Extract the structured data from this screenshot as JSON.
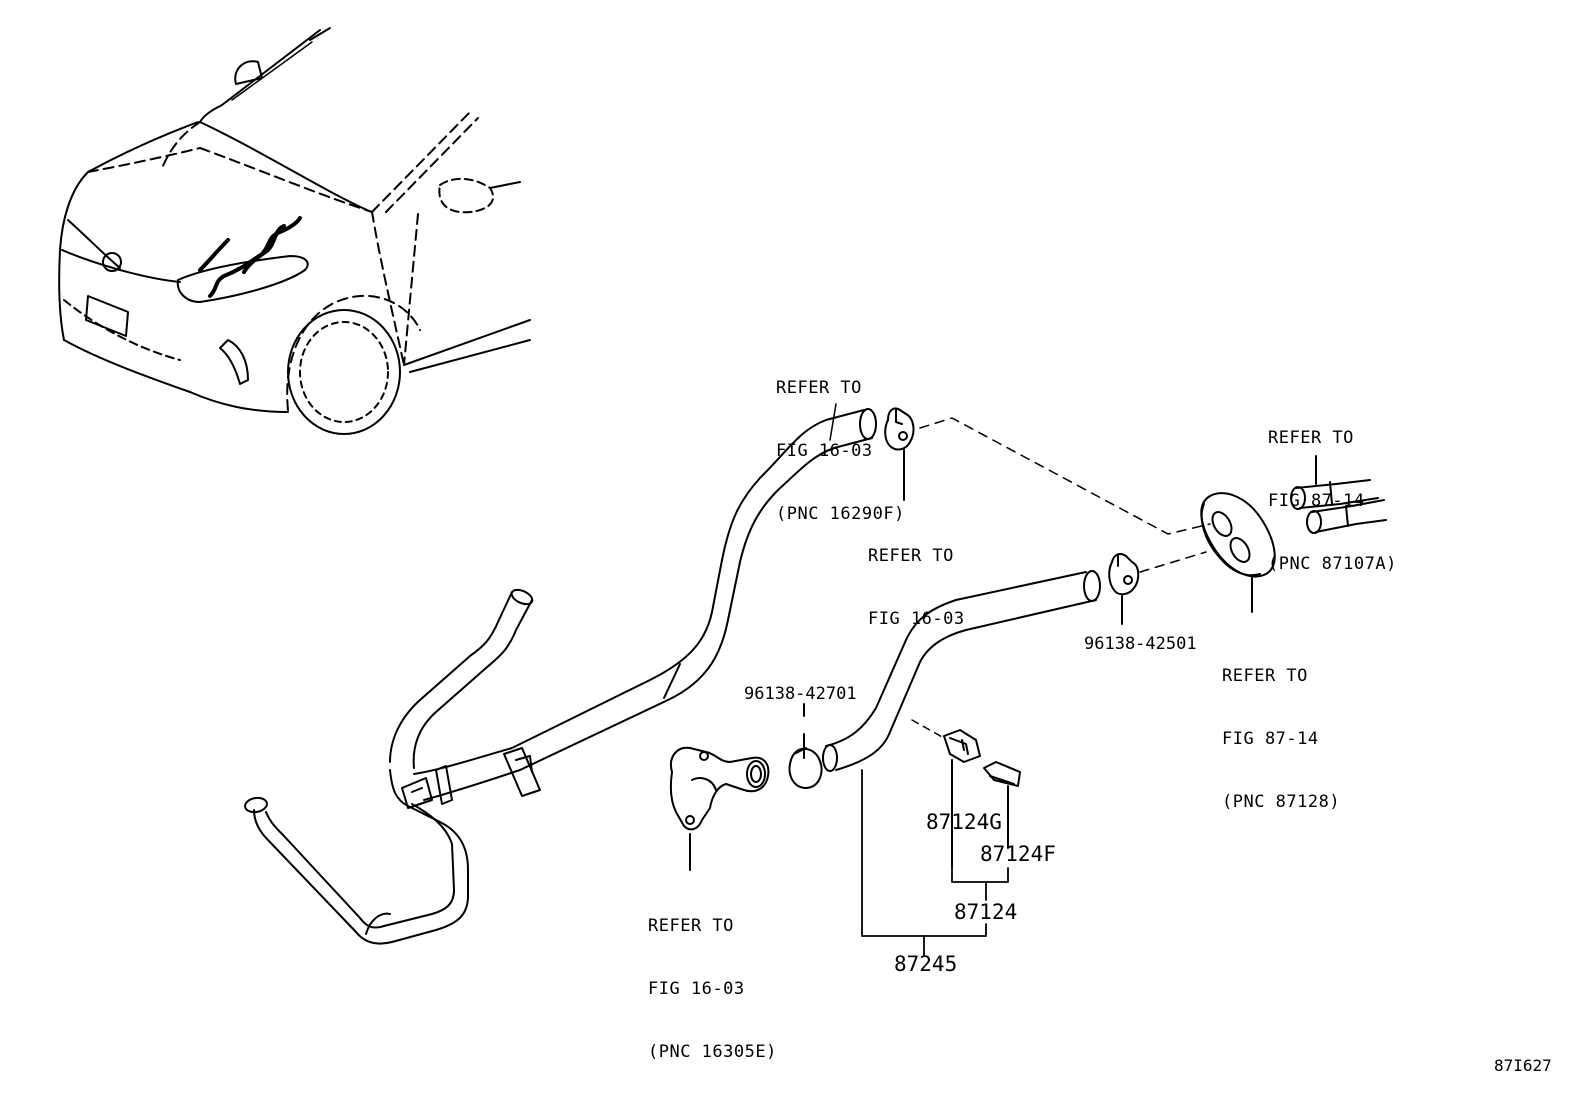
{
  "references": {
    "upper_hose": [
      "REFER TO",
      "FIG 16-03",
      "(PNC 16290F)"
    ],
    "clamp_upper": [
      "REFER TO",
      "FIG 16-03"
    ],
    "heater_pipe": [
      "REFER TO",
      "FIG 87-14",
      "(PNC 87107A)"
    ],
    "grommet": [
      "REFER TO",
      "FIG 87-14",
      "(PNC 87128)"
    ],
    "water_outlet": [
      "REFER TO",
      "FIG 16-03",
      "(PNC 16305E)"
    ]
  },
  "part_numbers": {
    "clamp_right": "96138-42501",
    "clamp_left": "96138-42701",
    "clamp_g": "87124G",
    "clamp_f": "87124F",
    "clamp_set": "87124",
    "hose_assy": "87245"
  },
  "figure_id": "87I627"
}
